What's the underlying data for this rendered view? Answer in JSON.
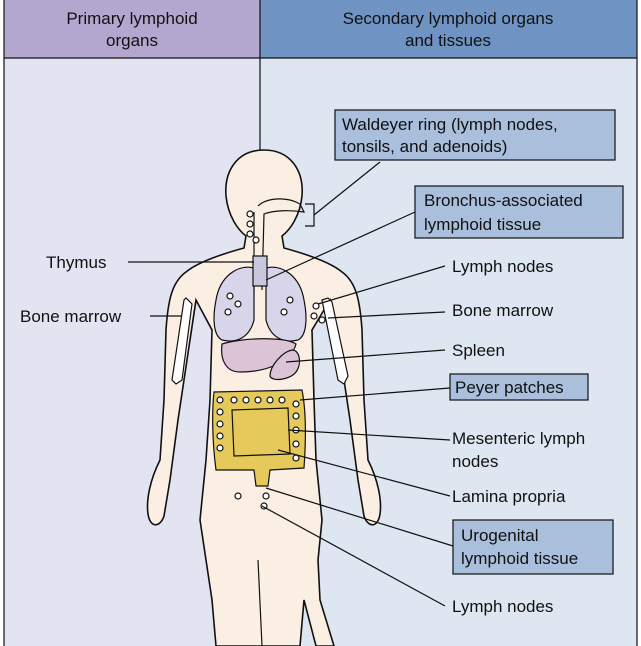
{
  "headers": {
    "primary": [
      "Primary lymphoid",
      "organs"
    ],
    "secondary": [
      "Secondary lymphoid organs",
      "and tissues"
    ]
  },
  "left_labels": {
    "thymus": "Thymus",
    "bone_marrow": "Bone marrow"
  },
  "right_labels": {
    "waldeyer": [
      "Waldeyer ring (lymph nodes,",
      "tonsils, and adenoids)"
    ],
    "balt": [
      "Bronchus-associated",
      "lymphoid tissue"
    ],
    "lymph_nodes_upper": "Lymph nodes",
    "bone_marrow": "Bone marrow",
    "spleen": "Spleen",
    "peyer": "Peyer patches",
    "mesenteric": [
      "Mesenteric lymph",
      "nodes"
    ],
    "lamina": "Lamina propria",
    "urogenital": [
      "Urogenital",
      "lymphoid tissue"
    ],
    "lymph_nodes_lower": "Lymph nodes"
  },
  "colors": {
    "primary_header": "#b3a6cf",
    "secondary_header": "#6f93c2",
    "primary_panel": "#e3e4f2",
    "secondary_panel": "#dde6f1",
    "boxed_label": "#a9bfdc",
    "lung": "#d8d5ea",
    "liver": "#dcc3d6",
    "intestine": "#e6c95b",
    "skin": "#fbeee3"
  }
}
